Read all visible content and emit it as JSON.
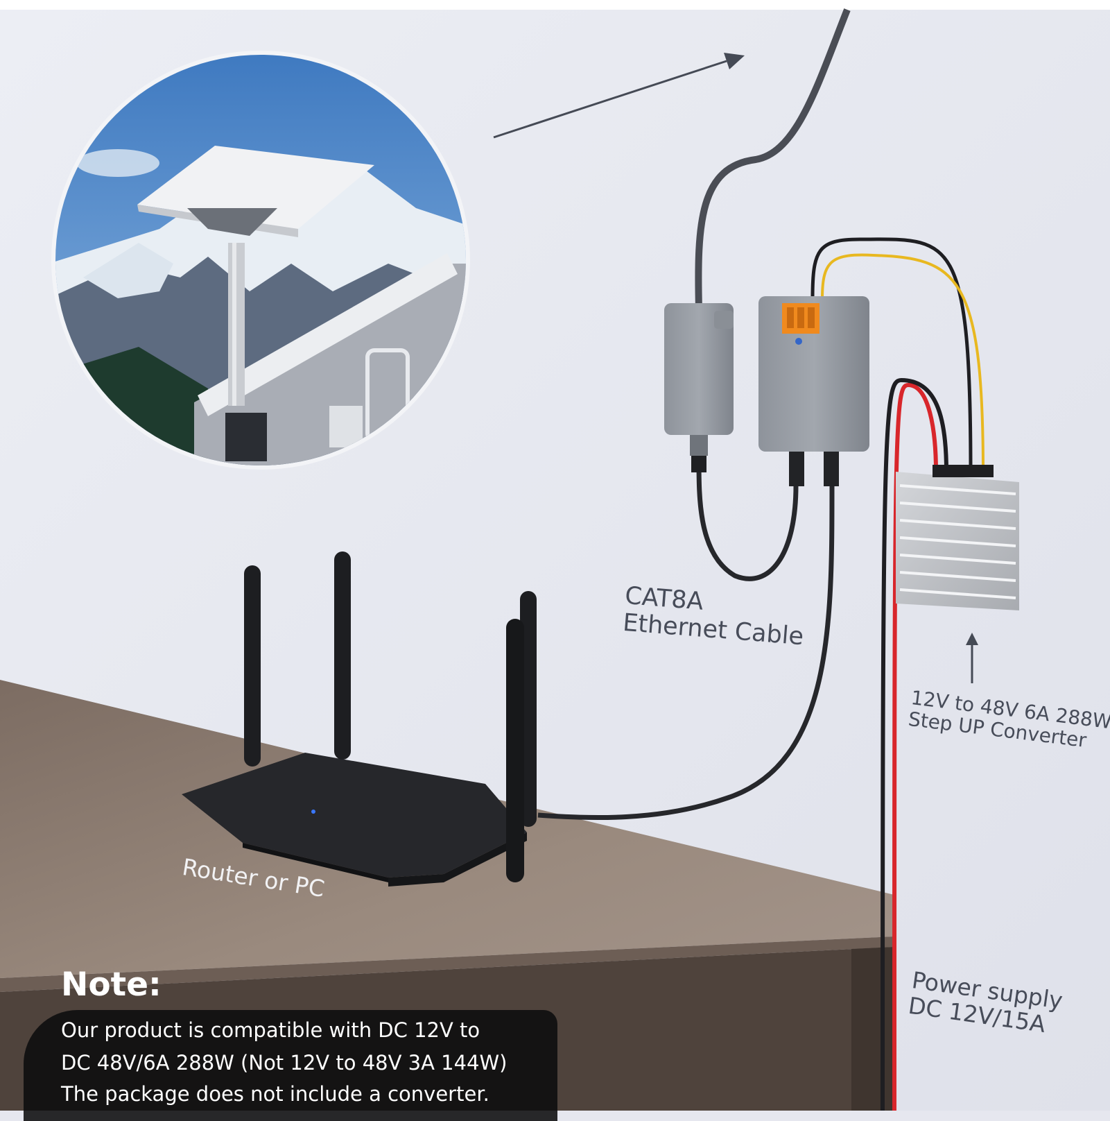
{
  "labels": {
    "cable_line1": "CAT8A",
    "cable_line2": "Ethernet Cable",
    "converter_line1": "12V to 48V 6A 288W",
    "converter_line2": "Step UP Converter",
    "router": "Router or PC",
    "power_line1": "Power supply",
    "power_line2": "DC 12V/15A"
  },
  "note": {
    "title": "Note:",
    "lines": [
      "Our product is compatible with DC 12V to",
      "DC 48V/6A 288W (Not 12V to 48V 3A 144W)",
      "The package does not include a converter."
    ]
  },
  "colors": {
    "wall": "#e6e7ef",
    "desk": "#8a7a6e",
    "cable_red": "#d8262b",
    "cable_yellow": "#e8b820",
    "cable_black": "#1e1e22",
    "terminal_orange": "#f08a1e"
  }
}
